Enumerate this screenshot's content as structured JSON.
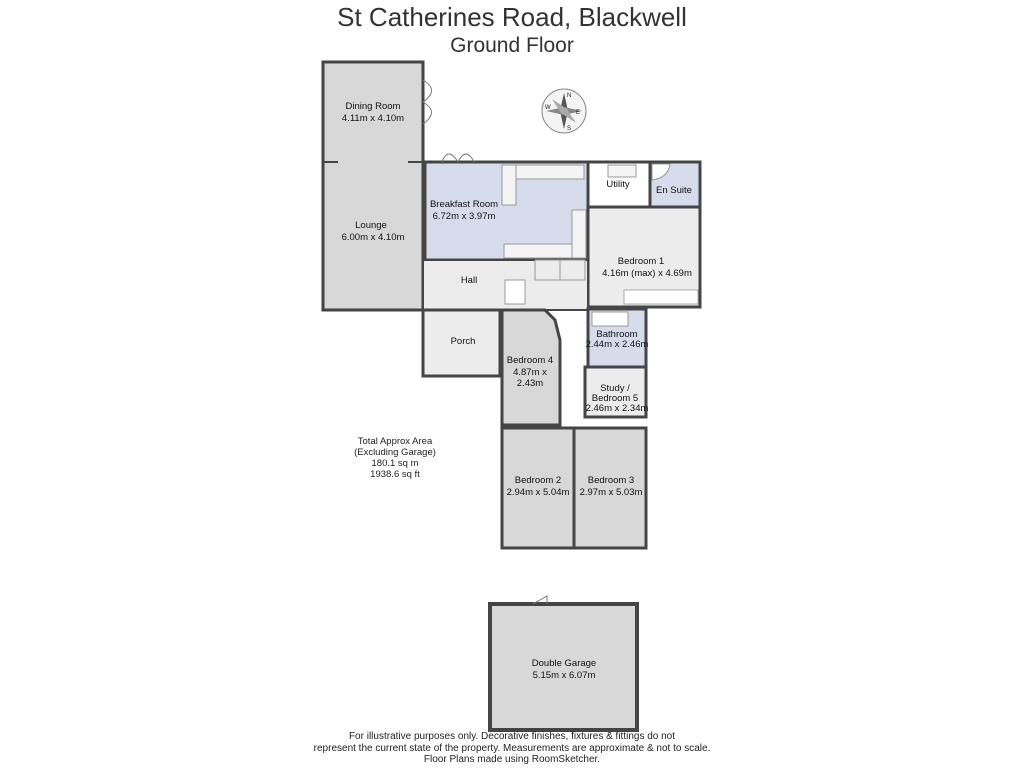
{
  "title": "St Catherines Road, Blackwell",
  "subtitle": "Ground Floor",
  "rooms": {
    "dining": {
      "name": "Dining Room",
      "dims": "4.11m x 4.10m"
    },
    "lounge": {
      "name": "Lounge",
      "dims": "6.00m x 4.10m"
    },
    "breakfast": {
      "name": "Breakfast Room",
      "dims": "6.72m x 3.97m"
    },
    "utility": {
      "name": "Utility"
    },
    "ensuite": {
      "name": "En Suite"
    },
    "bedroom1": {
      "name": "Bedroom 1",
      "dims": "4.16m (max) x 4.69m"
    },
    "hall": {
      "name": "Hall"
    },
    "porch": {
      "name": "Porch"
    },
    "bathroom": {
      "name": "Bathroom",
      "dims": "2.44m x 2.46m"
    },
    "bedroom4": {
      "name": "Bedroom 4",
      "dims1": "4.87m x",
      "dims2": "2.43m"
    },
    "study": {
      "name1": "Study /",
      "name2": "Bedroom 5",
      "dims": "2.46m x 2.34m"
    },
    "bedroom2": {
      "name": "Bedroom 2",
      "dims": "2.94m x 5.04m"
    },
    "bedroom3": {
      "name": "Bedroom 3",
      "dims": "2.97m x 5.03m"
    },
    "garage": {
      "name": "Double Garage",
      "dims": "5.15m x 6.07m"
    }
  },
  "compass": {
    "n": "N",
    "e": "E",
    "s": "S",
    "w": "W"
  },
  "area": {
    "line1": "Total Approx Area",
    "line2": "(Excluding Garage)",
    "line3": "180.1 sq m",
    "line4": "1938.6 sq ft"
  },
  "disclaimer": {
    "line1": "For illustrative purposes only. Decorative finishes, fixtures & fittings do not",
    "line2": "represent the current state of the property. Measurements are approximate & not to scale.",
    "line3": "Floor Plans made using RoomSketcher."
  },
  "colors": {
    "wall": "#454545",
    "floor_grey": "#d8d8d8",
    "floor_blue": "#d7dcec",
    "floor_light": "#ececec"
  }
}
